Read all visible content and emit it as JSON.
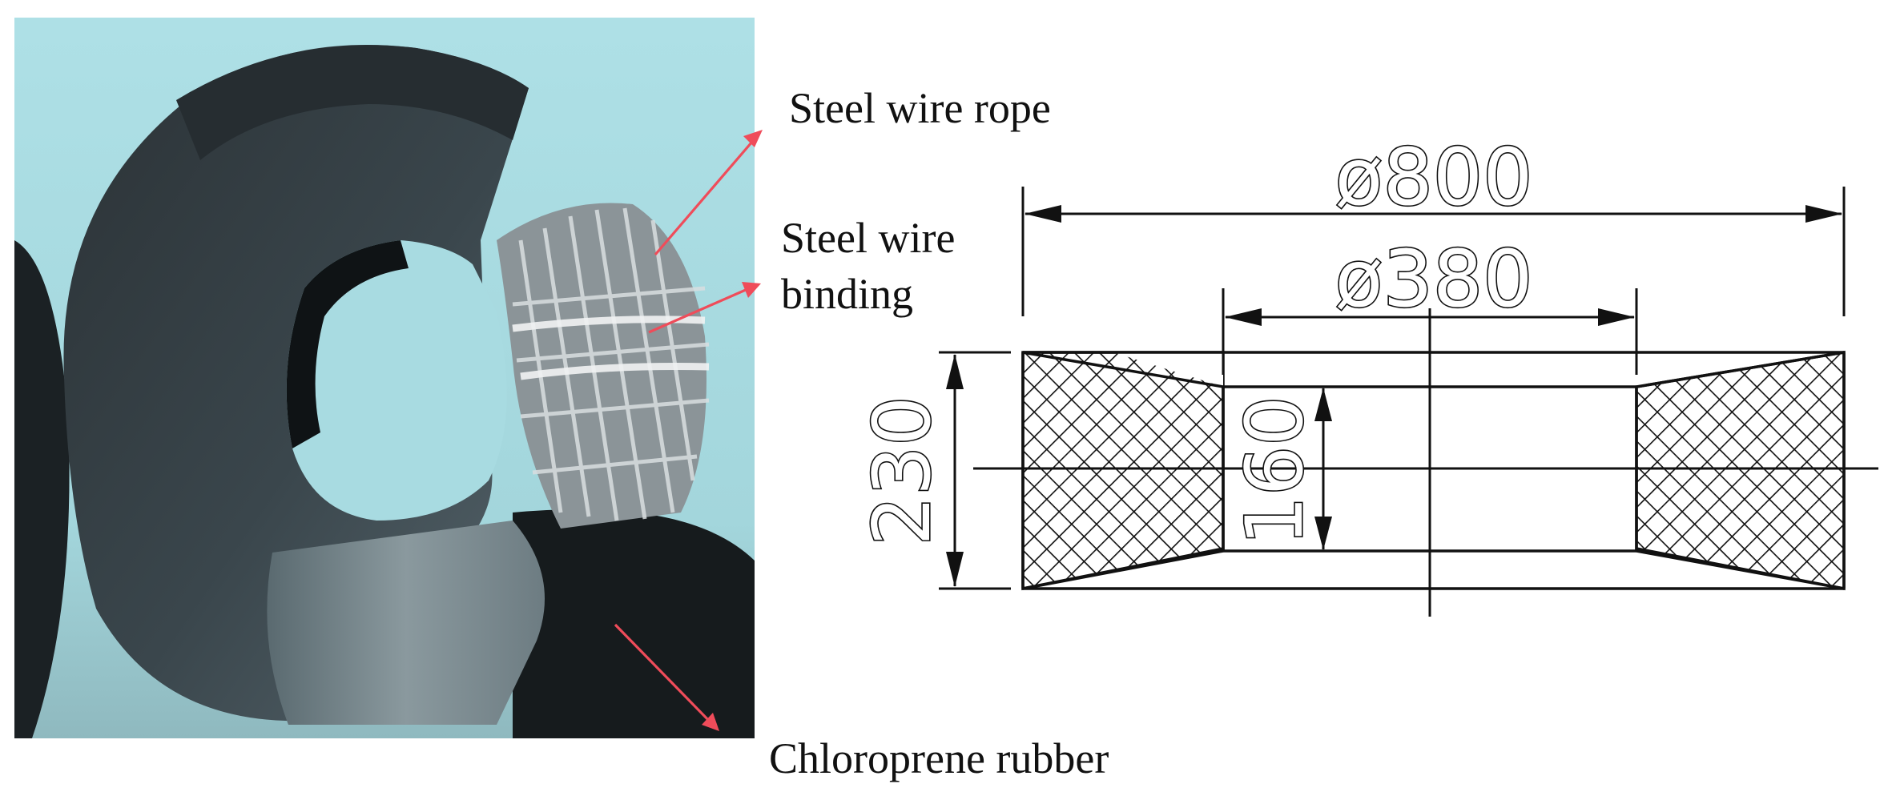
{
  "photo": {
    "annotations": {
      "steel_wire_rope": "Steel wire rope",
      "steel_wire_binding_line1": "Steel wire",
      "steel_wire_binding_line2": "binding",
      "chloroprene_rubber": "Chloroprene rubber"
    },
    "colors": {
      "background": "#a9dde3",
      "rubber_dark": "#1f2629",
      "rubber_mid": "#3b464c",
      "rubber_light": "#7e8d93",
      "arrow": "#ef4c5a"
    }
  },
  "drawing": {
    "outer_diameter": "ø800",
    "inner_diameter": "ø380",
    "height": "230",
    "inner_height": "160",
    "hatch": "cross-hatch"
  }
}
